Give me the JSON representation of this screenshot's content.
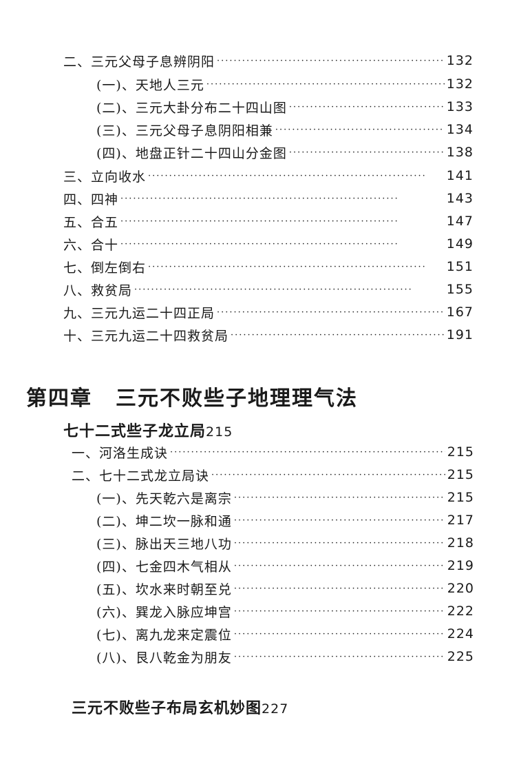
{
  "part1": [
    {
      "label": "二、三元父母子息辨阴阳",
      "page": "132"
    },
    {
      "label": "(一)、天地人三元",
      "page": "132"
    },
    {
      "label": "(二)、三元大卦分布二十四山图",
      "page": "133"
    },
    {
      "label": "(三)、三元父母子息阴阳相兼",
      "page": "134"
    },
    {
      "label": "(四)、地盘正针二十四山分金图",
      "page": "138"
    },
    {
      "label": "三、立向收水",
      "page": "141"
    },
    {
      "label": "四、四神",
      "page": "143"
    },
    {
      "label": "五、合五",
      "page": "147"
    },
    {
      "label": "六、合十",
      "page": "149"
    },
    {
      "label": "七、倒左倒右",
      "page": "151"
    },
    {
      "label": "八、救贫局",
      "page": "155"
    },
    {
      "label": "九、三元九运二十四正局",
      "page": "167"
    },
    {
      "label": "十、三元九运二十四救贫局",
      "page": "191"
    }
  ],
  "chapter": {
    "number": "第四章",
    "title": "三元不败些子地理理气法"
  },
  "section1": {
    "title": "七十二式些子龙立局",
    "page": "215"
  },
  "part2": [
    {
      "label": "一、河洛生成诀",
      "page": "215"
    },
    {
      "label": "二、七十二式龙立局诀",
      "page": "215"
    },
    {
      "label": "(一)、先天乾六是离宗",
      "page": "215"
    },
    {
      "label": "(二)、坤二坎一脉和通",
      "page": "217"
    },
    {
      "label": "(三)、脉出天三地八功",
      "page": "218"
    },
    {
      "label": "(四)、七金四木气相从",
      "page": "219"
    },
    {
      "label": "(五)、坎水来时朝至兑",
      "page": "220"
    },
    {
      "label": "(六)、巽龙入脉应坤宫",
      "page": "222"
    },
    {
      "label": "(七)、离九龙来定震位",
      "page": "224"
    },
    {
      "label": "(八)、艮八乾金为朋友",
      "page": "225"
    }
  ],
  "section2": {
    "title": "三元不败些子布局玄机妙图",
    "page": "227"
  }
}
